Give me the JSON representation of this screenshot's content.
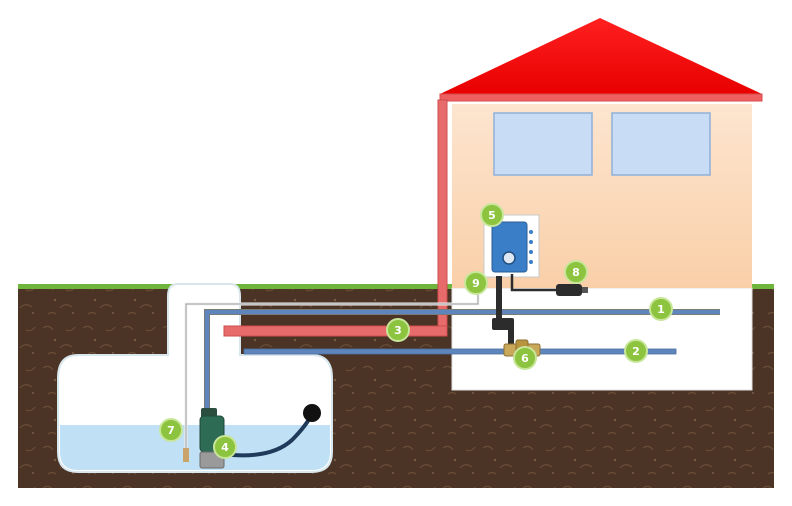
{
  "colors": {
    "roof": "#ff0000",
    "wall": "#fbd9bb",
    "window": "#c8dcf6",
    "grass": "#6fb43c",
    "soil": "#4b3425",
    "tank_water": "#bfe0f5",
    "pipe_blue": "#5e86bd",
    "pipe_red": "#e86b6b",
    "badge": "#8dc43f"
  },
  "labels": [
    {
      "id": "1",
      "text": "1"
    },
    {
      "id": "2",
      "text": "2"
    },
    {
      "id": "3",
      "text": "3"
    },
    {
      "id": "4",
      "text": "4"
    },
    {
      "id": "5",
      "text": "5"
    },
    {
      "id": "6",
      "text": "6"
    },
    {
      "id": "7",
      "text": "7"
    },
    {
      "id": "8",
      "text": "8"
    },
    {
      "id": "9",
      "text": "9"
    }
  ]
}
